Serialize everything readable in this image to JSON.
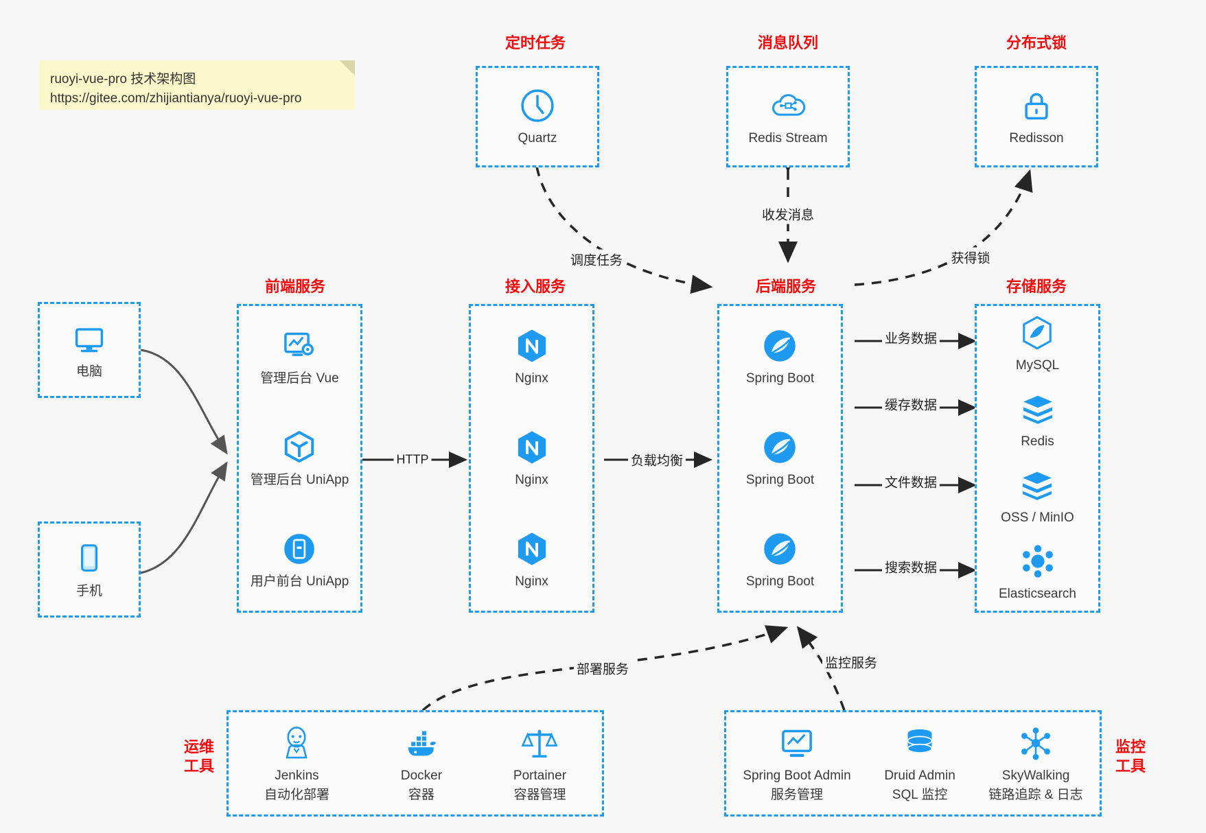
{
  "note": {
    "line1": "ruoyi-vue-pro 技术架构图",
    "line2": "https://gitee.com/zhijiantianya/ruoyi-vue-pro"
  },
  "colors": {
    "box_border": "#1e9bf0",
    "title_red": "#f00d0d",
    "icon_blue": "#1e9bf0",
    "arrow_dark": "#262626",
    "arrow_gray": "#555555",
    "note_bg": "#fbf8cc",
    "canvas_bg": "#f7f7f7"
  },
  "sections": {
    "scheduled_task": {
      "title": "定时任务",
      "items": [
        {
          "label": "Quartz",
          "icon": "clock-icon"
        }
      ]
    },
    "message_queue": {
      "title": "消息队列",
      "items": [
        {
          "label": "Redis Stream",
          "icon": "cloud-node-icon"
        }
      ]
    },
    "distributed_lock": {
      "title": "分布式锁",
      "items": [
        {
          "label": "Redisson",
          "icon": "lock-icon"
        }
      ]
    },
    "clients": {
      "items": [
        {
          "label": "电脑",
          "icon": "desktop-icon"
        },
        {
          "label": "手机",
          "icon": "phone-icon"
        }
      ]
    },
    "frontend": {
      "title": "前端服务",
      "items": [
        {
          "label": "管理后台 Vue",
          "icon": "dashboard-gear-icon"
        },
        {
          "label": "管理后台 UniApp",
          "icon": "cube-icon"
        },
        {
          "label": "用户前台 UniApp",
          "icon": "mobile-app-icon"
        }
      ]
    },
    "gateway": {
      "title": "接入服务",
      "items": [
        {
          "label": "Nginx",
          "icon": "nginx-icon"
        },
        {
          "label": "Nginx",
          "icon": "nginx-icon"
        },
        {
          "label": "Nginx",
          "icon": "nginx-icon"
        }
      ]
    },
    "backend": {
      "title": "后端服务",
      "items": [
        {
          "label": "Spring Boot",
          "icon": "spring-boot-icon"
        },
        {
          "label": "Spring Boot",
          "icon": "spring-boot-icon"
        },
        {
          "label": "Spring Boot",
          "icon": "spring-boot-icon"
        }
      ]
    },
    "storage": {
      "title": "存储服务",
      "items": [
        {
          "label": "MySQL",
          "icon": "mysql-icon"
        },
        {
          "label": "Redis",
          "icon": "redis-icon"
        },
        {
          "label": "OSS / MinIO",
          "icon": "oss-icon"
        },
        {
          "label": "Elasticsearch",
          "icon": "elasticsearch-icon"
        }
      ]
    },
    "devops": {
      "title_line1": "运维",
      "title_line2": "工具",
      "items": [
        {
          "label": "Jenkins",
          "sub": "自动化部署",
          "icon": "jenkins-icon"
        },
        {
          "label": "Docker",
          "sub": "容器",
          "icon": "docker-icon"
        },
        {
          "label": "Portainer",
          "sub": "容器管理",
          "icon": "scales-icon"
        }
      ]
    },
    "monitor": {
      "title_line1": "监控",
      "title_line2": "工具",
      "items": [
        {
          "label": "Spring Boot Admin",
          "sub": "服务管理",
          "icon": "monitor-chart-icon"
        },
        {
          "label": "Druid Admin",
          "sub": "SQL 监控",
          "icon": "database-icon"
        },
        {
          "label": "SkyWalking",
          "sub": "链路追踪 & 日志",
          "icon": "skywalking-icon"
        }
      ]
    }
  },
  "edges": [
    {
      "name": "schedule-task",
      "label": "调度任务"
    },
    {
      "name": "send-receive-msg",
      "label": "收发消息"
    },
    {
      "name": "acquire-lock",
      "label": "获得锁"
    },
    {
      "name": "http",
      "label": "HTTP"
    },
    {
      "name": "load-balance",
      "label": "负载均衡"
    },
    {
      "name": "business-data",
      "label": "业务数据"
    },
    {
      "name": "cache-data",
      "label": "缓存数据"
    },
    {
      "name": "file-data",
      "label": "文件数据"
    },
    {
      "name": "search-data",
      "label": "搜索数据"
    },
    {
      "name": "deploy-service",
      "label": "部署服务"
    },
    {
      "name": "monitor-service",
      "label": "监控服务"
    }
  ]
}
